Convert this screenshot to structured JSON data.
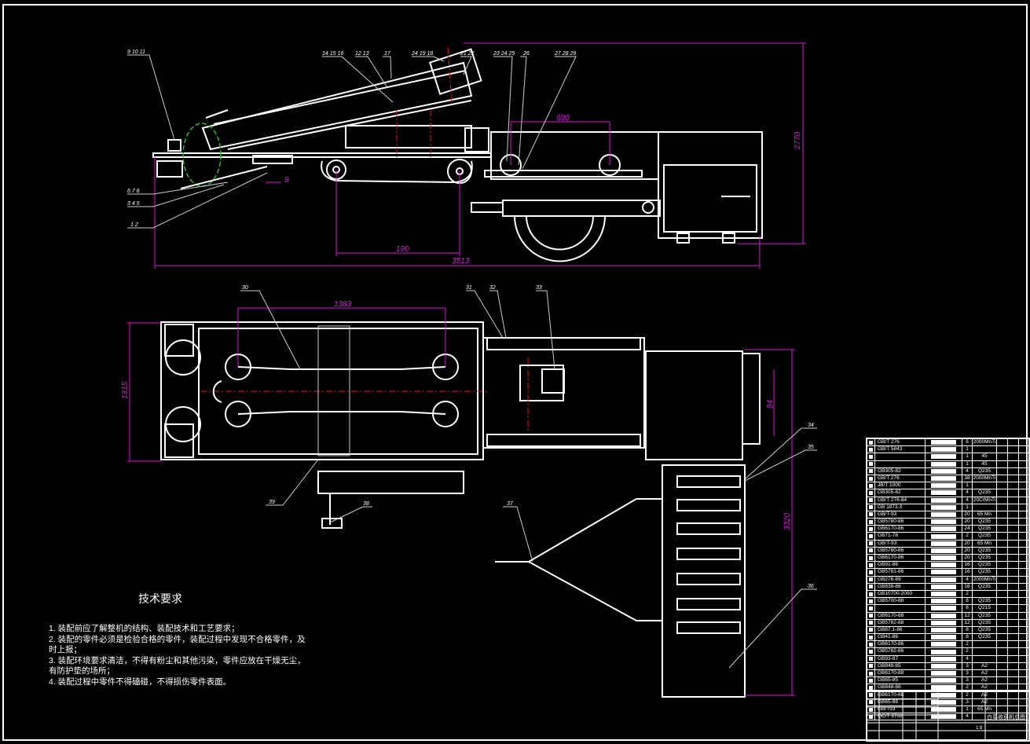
{
  "drawing": {
    "title": "白菜收获机总图",
    "scale": "1:8",
    "dimensions": {
      "overall_length": "3513",
      "overall_height": "2770",
      "axle_spacing": "190",
      "wheel_spacing": "690",
      "offset": "8",
      "plan_conveyor_length": "1383",
      "plan_width": "1315",
      "trailer_length": "3320",
      "roller_spacing": "94"
    },
    "callouts": [
      "9 10 11",
      "14 15 16",
      "12 13",
      "17",
      "24 19 18",
      "21 22",
      "23 24 25",
      "26",
      "27 28 29",
      "6 7 8",
      "3 4 5",
      "1 2",
      "30",
      "31",
      "32",
      "33",
      "34",
      "35",
      "36",
      "37",
      "38",
      "39"
    ]
  },
  "requirements": {
    "title": "技术要求",
    "items": [
      "1. 装配前应了解整机的结构、装配技术和工艺要求；",
      "2. 装配的零件必须是检验合格的零件，装配过程中发现不合格零件，及时上报；",
      "3. 装配环境要求清洁，不得有粉尘和其他污染，零件应放在干燥无尘，有防护垫的场所；",
      "4. 装配过程中零件不得磕碰，不得损伤零件表面。"
    ]
  },
  "bom": [
    {
      "code": "GB/T 276",
      "qty": "6",
      "material": "2000MnTi"
    },
    {
      "code": "GB/T 5843",
      "qty": "1",
      "material": ""
    },
    {
      "code": "",
      "qty": "1",
      "material": "45"
    },
    {
      "code": "",
      "qty": "1",
      "material": "45"
    },
    {
      "code": "GB305-82",
      "qty": "4",
      "material": "Q235"
    },
    {
      "code": "GB/T 276",
      "qty": "38",
      "material": "2000MnTi"
    },
    {
      "code": "JB/T 1000",
      "qty": "1",
      "material": ""
    },
    {
      "code": "GB305-82",
      "qty": "4",
      "material": "Q235"
    },
    {
      "code": "GB/T 276-84",
      "qty": "4",
      "material": "20CrMnTi"
    },
    {
      "code": "GB 1873.3",
      "qty": "1",
      "material": ""
    },
    {
      "code": "GB/T-93",
      "qty": "20",
      "material": "65 Mn"
    },
    {
      "code": "GB5780-86",
      "qty": "20",
      "material": "Q235"
    },
    {
      "code": "GB6170-86",
      "qty": "24",
      "material": "Q235"
    },
    {
      "code": "GB71-78",
      "qty": "2",
      "material": "Q235"
    },
    {
      "code": "GB/T-93",
      "qty": "20",
      "material": "65 Mn"
    },
    {
      "code": "GB5780-86",
      "qty": "20",
      "material": "Q235"
    },
    {
      "code": "GB6170-86",
      "qty": "20",
      "material": "Q235"
    },
    {
      "code": "GB91-86",
      "qty": "16",
      "material": "Q235"
    },
    {
      "code": "GB5781-86",
      "qty": "16",
      "material": "Q235"
    },
    {
      "code": "GB276-89",
      "qty": "4",
      "material": "2000MnTi"
    },
    {
      "code": "GB838-88",
      "qty": "16",
      "material": "Q235"
    },
    {
      "code": "GB10700-2000",
      "qty": "2",
      "material": ""
    },
    {
      "code": "GB5700-88",
      "qty": "8",
      "material": "Q235"
    },
    {
      "code": "",
      "qty": "8",
      "material": "Q215"
    },
    {
      "code": "GB6170-88",
      "qty": "12",
      "material": "Q235"
    },
    {
      "code": "GB5782-88",
      "qty": "12",
      "material": "Q235"
    },
    {
      "code": "GB87.1-86",
      "qty": "8",
      "material": "Q235"
    },
    {
      "code": "GB41-86",
      "qty": "8",
      "material": "Q235"
    },
    {
      "code": "GB6170-86",
      "qty": "2",
      "material": ""
    },
    {
      "code": "GB5782-86",
      "qty": "2",
      "material": ""
    },
    {
      "code": "GB93-87",
      "qty": "4",
      "material": ""
    },
    {
      "code": "GB848-85",
      "qty": "3",
      "material": "A2"
    },
    {
      "code": "GB6170-88",
      "qty": "3",
      "material": "A2"
    },
    {
      "code": "GB65-85",
      "qty": "3",
      "material": "A2"
    },
    {
      "code": "GB848-88",
      "qty": "2",
      "material": "A2"
    },
    {
      "code": "GB6170-88",
      "qty": "2",
      "material": "A2"
    },
    {
      "code": "GB65-88",
      "qty": "3",
      "material": "A2"
    },
    {
      "code": "GB/T93",
      "qty": "1",
      "material": "65 Mn"
    },
    {
      "code": "QC/T 3702",
      "qty": "4",
      "material": ""
    }
  ]
}
